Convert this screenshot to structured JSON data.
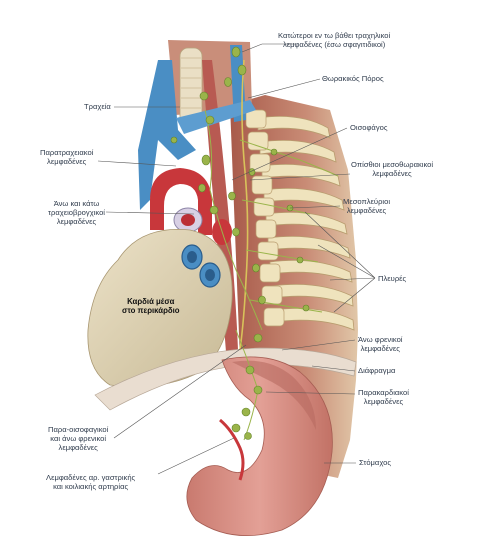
{
  "labels": {
    "deep_cervical": [
      "Κατώτεροι εν τω βάθει τραχηλικοί",
      "λεμφαδένες (έσω σφαγιτιδικοί)"
    ],
    "thoracic_duct": "Θωρακικός Πόρος",
    "trachea": "Τραχεία",
    "esophagus": "Οισοφάγος",
    "paratracheal": [
      "Παρατραχειακοί",
      "λεμφαδένες"
    ],
    "posterior_mediastinal": [
      "Οπίσθιοι μεσοθωρακικοί",
      "λεμφαδένες"
    ],
    "tracheobronchial": [
      "Άνω και κάτω",
      "τραχειοβρογχικοί",
      "λεμφαδένες"
    ],
    "intercostal": [
      "Μεσοπλεύριοι",
      "λεμφαδένες"
    ],
    "ribs": "Πλευρές",
    "heart": [
      "Καρδιά μέσα",
      "στο περικάρδιο"
    ],
    "superior_phrenic": [
      "Άνω φρενικοί",
      "λεμφαδένες"
    ],
    "diaphragm": "Διάφραγμα",
    "paracardial": [
      "Παρακαρδιακοί",
      "λεμφαδένες"
    ],
    "juxtaesophageal": [
      "Παρα-οισοφαγικοί",
      "και άνω φρενικοί",
      "λεμφαδένες"
    ],
    "stomach": "Στόμαχος",
    "gastric": [
      "Λεμφαδένες αρ. γαστρικής",
      "και κοιλιακής αρτηρίας"
    ]
  },
  "colors": {
    "label_text": "#2f3b4c",
    "leader_line": "#555555",
    "heart": "#dcd0b4",
    "vessel_blue": "#4a8ec4",
    "aorta_red": "#c8373b",
    "lymph_node": "#9ab44a",
    "bone": "#efe3bd",
    "muscle": "#c46e5e",
    "stomach": "#d78f84"
  }
}
